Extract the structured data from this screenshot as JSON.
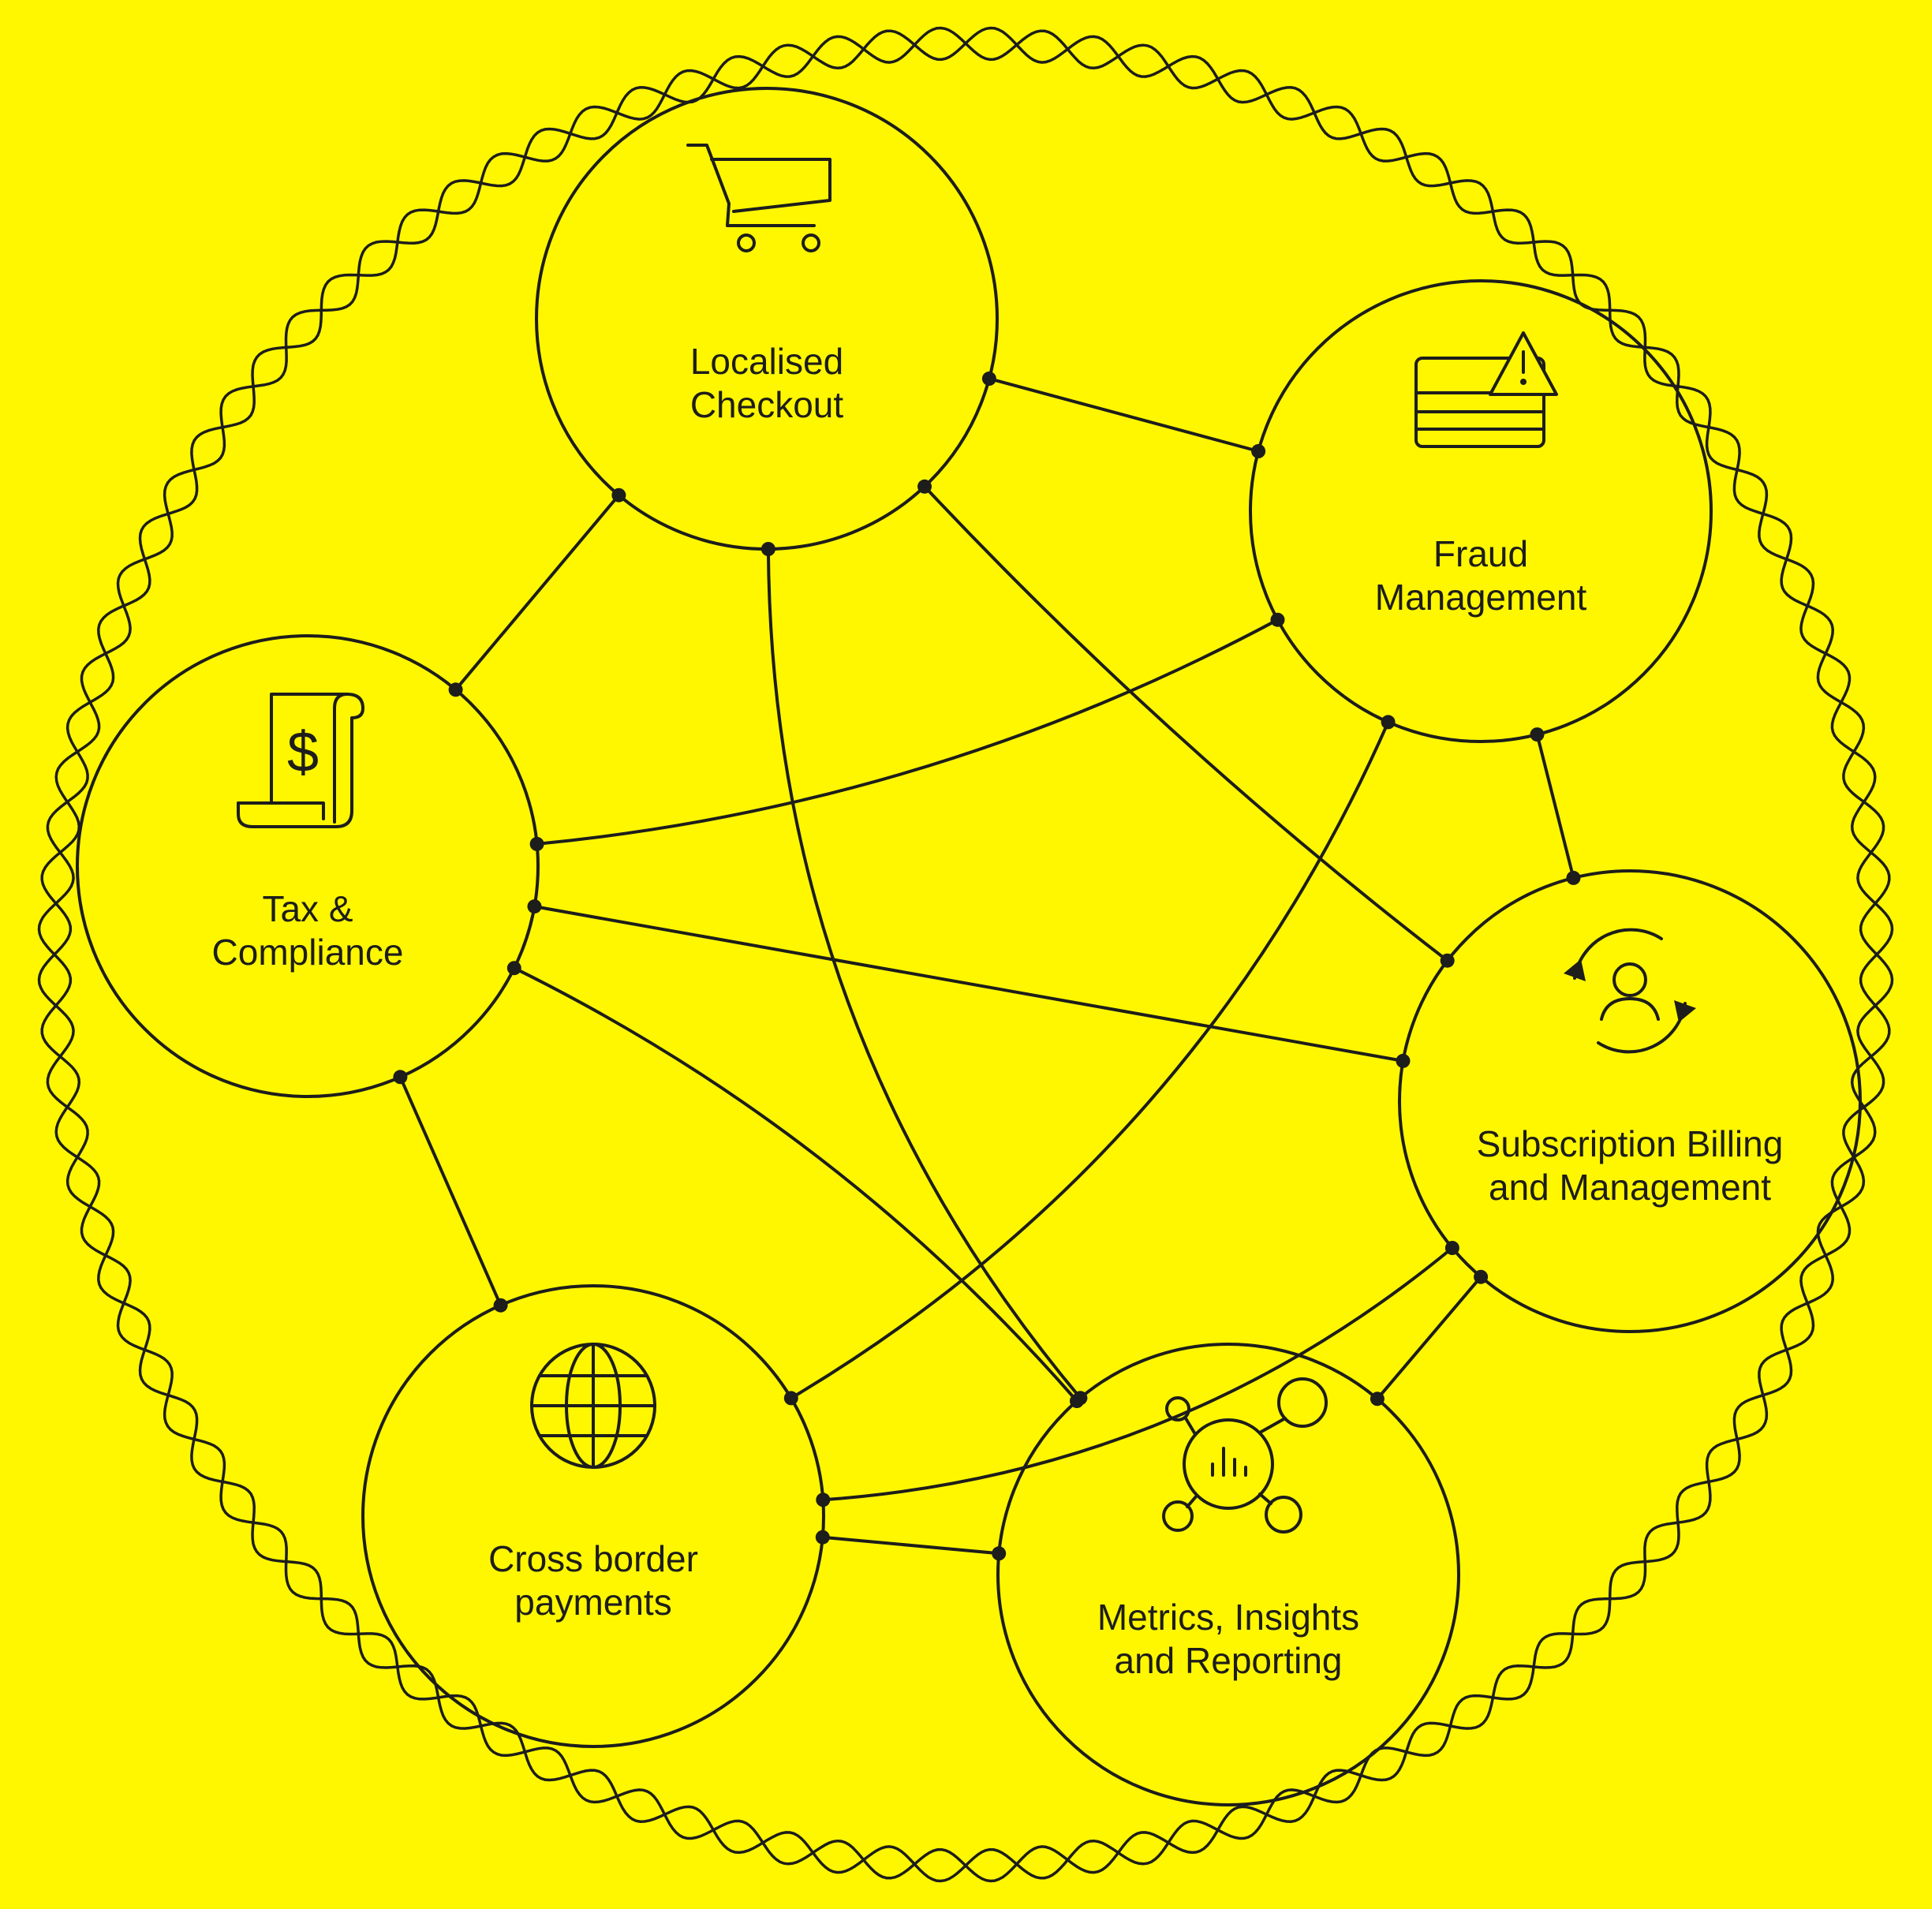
{
  "diagram": {
    "background_color": "#FFF700",
    "ink_color": "#1d1d1b",
    "nodes": [
      {
        "id": "localised-checkout",
        "icon": "shopping-cart-icon",
        "lines": [
          "Localised",
          "Checkout"
        ]
      },
      {
        "id": "fraud-management",
        "icon": "card-warning-icon",
        "lines": [
          "Fraud",
          "Management"
        ]
      },
      {
        "id": "tax-compliance",
        "icon": "receipt-dollar-icon",
        "lines": [
          "Tax &",
          "Compliance"
        ]
      },
      {
        "id": "subscription-billing",
        "icon": "user-cycle-icon",
        "lines": [
          "Subscription Billing",
          "and Management"
        ]
      },
      {
        "id": "cross-border-payments",
        "icon": "globe-icon",
        "lines": [
          "Cross border",
          "payments"
        ]
      },
      {
        "id": "metrics-insights",
        "icon": "analytics-network-icon",
        "lines": [
          "Metrics, Insights",
          "and Reporting"
        ]
      }
    ],
    "connections": [
      [
        "localised-checkout",
        "fraud-management"
      ],
      [
        "localised-checkout",
        "tax-compliance"
      ],
      [
        "localised-checkout",
        "subscription-billing"
      ],
      [
        "localised-checkout",
        "metrics-insights"
      ],
      [
        "fraud-management",
        "tax-compliance"
      ],
      [
        "fraud-management",
        "subscription-billing"
      ],
      [
        "fraud-management",
        "cross-border-payments"
      ],
      [
        "tax-compliance",
        "metrics-insights"
      ],
      [
        "tax-compliance",
        "subscription-billing"
      ],
      [
        "tax-compliance",
        "cross-border-payments"
      ],
      [
        "subscription-billing",
        "cross-border-payments"
      ],
      [
        "subscription-billing",
        "metrics-insights"
      ],
      [
        "cross-border-payments",
        "metrics-insights"
      ]
    ]
  }
}
